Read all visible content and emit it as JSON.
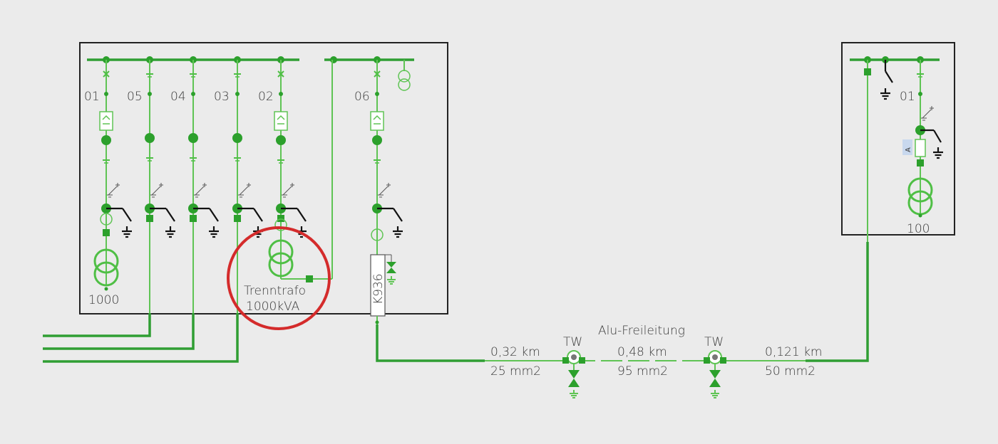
{
  "colors": {
    "background": "#ebebeb",
    "line": "#5fc454",
    "bus": "#2f9e33",
    "node": "#2ca02c",
    "highlight": "#d42b2b",
    "switch": "#111111"
  },
  "station_left": {
    "feeders": [
      {
        "id": "01",
        "label": "01",
        "has_fuse": true,
        "has_transformer": true,
        "transformer_label": "1000"
      },
      {
        "id": "05",
        "label": "05",
        "has_fuse": false
      },
      {
        "id": "04",
        "label": "04",
        "has_fuse": false
      },
      {
        "id": "03",
        "label": "03",
        "has_fuse": false
      },
      {
        "id": "02",
        "label": "02",
        "has_fuse": true
      },
      {
        "id": "06",
        "label": "06",
        "has_fuse": true
      }
    ],
    "isolation_transformer": {
      "title": "Trenntrafo",
      "rating": "1000kVA"
    },
    "cable_box": "K936"
  },
  "line": {
    "title": "Alu-Freileitung",
    "tower_label_1": "TW",
    "tower_label_2": "TW",
    "segments": [
      {
        "length": "0,32 km",
        "cross_section": "25 mm2"
      },
      {
        "length": "0,48 km",
        "cross_section": "95 mm2"
      },
      {
        "length": "0,121 km",
        "cross_section": "50 mm2"
      }
    ]
  },
  "station_right": {
    "feeder_label": "01",
    "fuse_tag": "A",
    "transformer_label": "100"
  }
}
